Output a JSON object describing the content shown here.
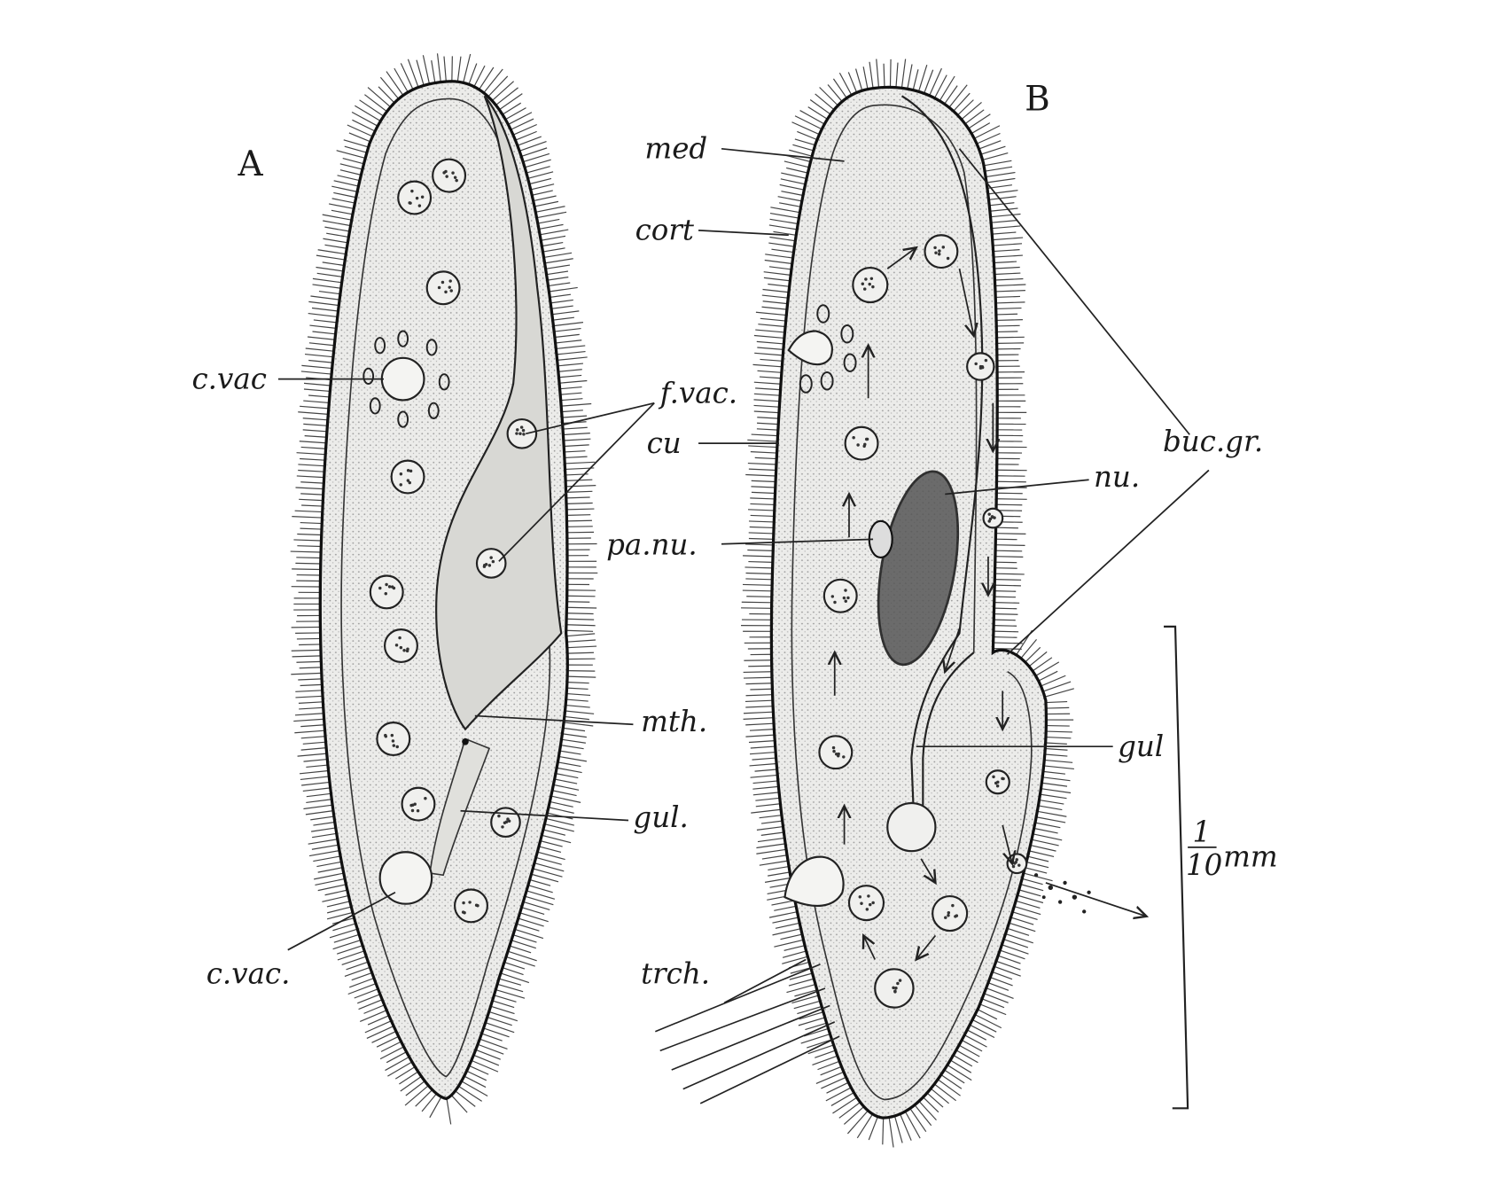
{
  "figure": {
    "panel_a": {
      "title": "A",
      "labels": {
        "c_vac_top": "c.vac",
        "f_vac": "f.vac.",
        "mth": "mth.",
        "gul": "gul.",
        "c_vac_bottom": "c.vac."
      }
    },
    "panel_b": {
      "title": "B",
      "labels": {
        "med": "med",
        "cort": "cort",
        "cu": "cu",
        "pa_nu": "pa.nu.",
        "nu": "nu.",
        "buc_gr": "buc.gr.",
        "gul": "gul",
        "trch": "trch."
      }
    },
    "scale_bar": {
      "numerator": "1",
      "denominator": "10",
      "unit": "mm"
    }
  }
}
